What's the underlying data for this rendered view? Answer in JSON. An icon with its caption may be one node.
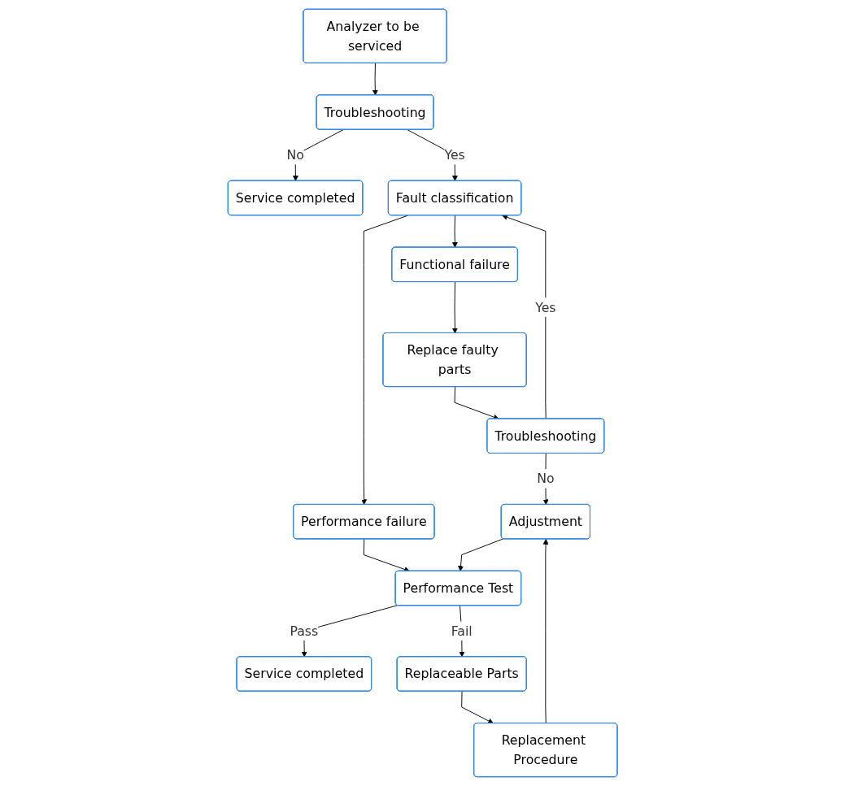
{
  "diagram": {
    "nodes": [
      {
        "text": [
          "Analyzer to be serviced"
        ]
      },
      {
        "text": [
          "Service completed"
        ]
      },
      {
        "text": [
          "Troubleshooting"
        ]
      },
      {
        "text": [
          "Functional failure"
        ]
      },
      {
        "text": [
          "Fault classification"
        ]
      },
      {
        "text": [
          "Performance failure"
        ]
      },
      {
        "text": [
          "Replace faulty parts"
        ]
      },
      {
        "text": [
          "Performance Test"
        ]
      },
      {
        "text": [
          "Service completed"
        ]
      },
      {
        "text": [
          "Troubleshooting"
        ]
      },
      {
        "text": [
          "Replaceable Parts"
        ]
      },
      {
        "text": [
          "Adjustment"
        ]
      },
      {
        "text": [
          "Replacement Procedure"
        ]
      }
    ],
    "edges": [
      {
        "from": 0,
        "to": 2,
        "arrow": "to"
      },
      {
        "from": 2,
        "to": 1,
        "arrow": "to",
        "label": "No"
      },
      {
        "from": 2,
        "to": 4,
        "arrow": "to",
        "label": "Yes"
      },
      {
        "from": 4,
        "to": 3,
        "arrow": "to"
      },
      {
        "from": 4,
        "to": 5,
        "arrow": "to"
      },
      {
        "from": 3,
        "to": 6,
        "arrow": "to"
      },
      {
        "from": 5,
        "to": 7,
        "arrow": "to"
      },
      {
        "from": 7,
        "to": 8,
        "arrow": "to",
        "label": "Pass"
      },
      {
        "from": 6,
        "to": 9,
        "arrow": "to"
      },
      {
        "from": 9,
        "to": 4,
        "arrow": "to",
        "label": "Yes"
      },
      {
        "from": 7,
        "to": 10,
        "arrow": "to",
        "label": "Fail"
      },
      {
        "from": 9,
        "to": 11,
        "arrow": "to",
        "label": "No"
      },
      {
        "from": 10,
        "to": 12,
        "arrow": "to"
      },
      {
        "from": 12,
        "to": 11,
        "arrow": "to"
      },
      {
        "from": 11,
        "to": 7,
        "arrow": "to"
      }
    ]
  }
}
